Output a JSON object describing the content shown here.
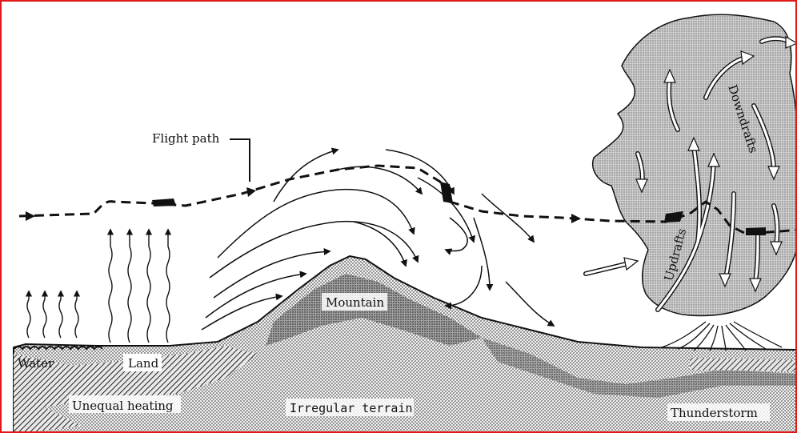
{
  "diagram": {
    "labels": {
      "flight_path": "Flight path",
      "water": "Water",
      "land": "Land",
      "unequal_heating": "Unequal heating",
      "mountain": "Mountain",
      "irregular_terrain": "Irregular terrain",
      "downdrafts": "Downdrafts",
      "updrafts": "Updrafts",
      "thunderstorm": "Thunderstorm"
    },
    "colors": {
      "frame_border": "#e01818",
      "ink": "#111111",
      "cloud_fill": "#bdbdbd",
      "ground_fill": "#cfcfcf"
    }
  }
}
